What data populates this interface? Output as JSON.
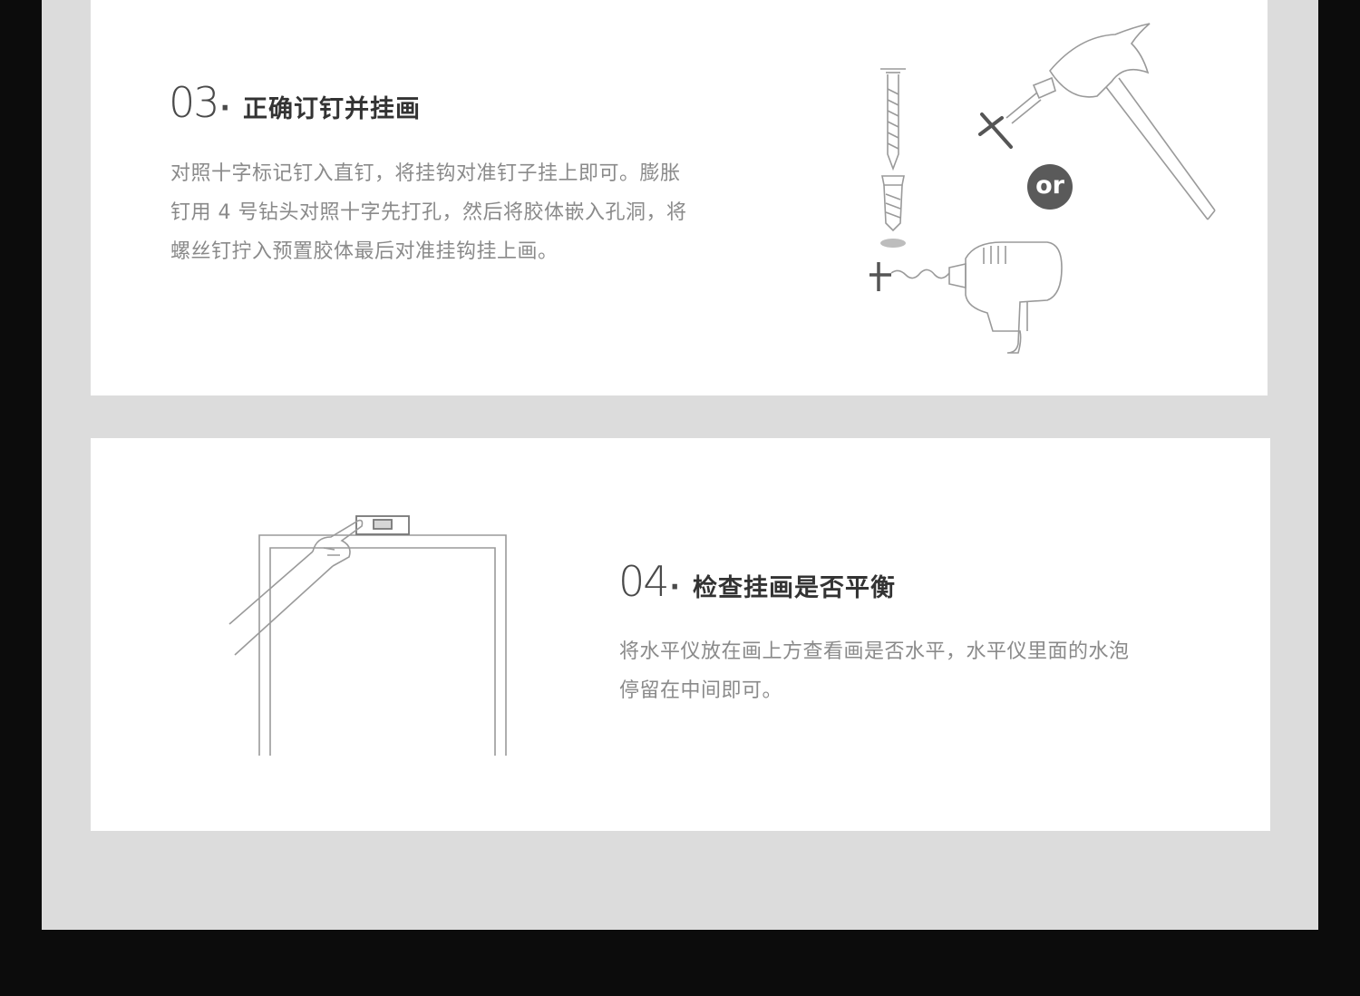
{
  "step3": {
    "number": "03",
    "title": "正确订钉并挂画",
    "body_lines": [
      "对照十字标记钉入直钉，将挂钩对准钉子挂上即可。膨胀",
      "钉用 4 号钻头对照十字先打孔，然后将胶体嵌入孔洞，将",
      "螺丝钉拧入预置胶体最后对准挂钩挂上画。"
    ],
    "or_label": "or"
  },
  "step4": {
    "number": "04",
    "title": "检查挂画是否平衡",
    "body_lines": [
      "将水平仪放在画上方查看画是否水平，水平仪里面的水泡",
      "停留在中间即可。"
    ]
  },
  "colors": {
    "page_background": "#0c0c0c",
    "frame": "#dcdcdc",
    "card": "#ffffff",
    "heading": "#333333",
    "body_text": "#8a8a8a",
    "line_art": "#9a9a9a",
    "badge": "#5a5a5a"
  },
  "icons": [
    "nail-icon",
    "wall-anchor-icon",
    "hammer-icon",
    "drill-icon",
    "cross-mark-icon",
    "spirit-level-icon",
    "hand-icon",
    "picture-frame-icon"
  ]
}
